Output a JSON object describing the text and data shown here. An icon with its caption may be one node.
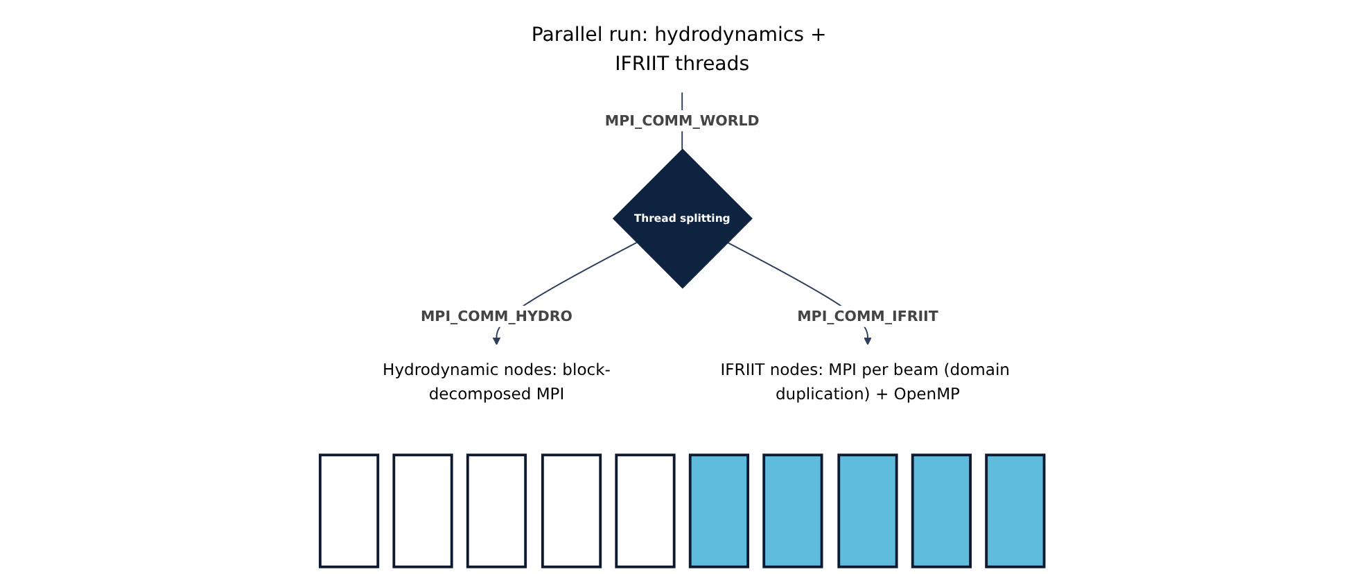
{
  "diagram": {
    "nodes": [
      {
        "text": [
          "Parallel run: hydrodynamics + IFRIIT threads"
        ]
      },
      {
        "text": [
          "Thread splitting"
        ]
      },
      {
        "text": [
          "Hydrodynamic nodes: block-decomposed MPI"
        ]
      },
      {
        "text": [
          "IFRIIT nodes: MPI per beam (domain duplication) + OpenMP"
        ]
      },
      {
        "text": [],
        "shape": "box"
      },
      {
        "text": [],
        "shape": "box"
      },
      {
        "text": [],
        "shape": "box"
      },
      {
        "text": [],
        "shape": "box"
      },
      {
        "text": [],
        "shape": "box"
      },
      {
        "text": [],
        "shape": "box"
      },
      {
        "text": [],
        "shape": "box"
      },
      {
        "text": [],
        "shape": "box"
      },
      {
        "text": [],
        "shape": "box"
      },
      {
        "text": [],
        "shape": "box"
      }
    ],
    "edges": [
      {
        "from": 0,
        "to": 1,
        "arrow": "none",
        "label": "MPI_COMM_WORLD"
      },
      {
        "from": 1,
        "to": 2,
        "arrow": "to",
        "label": "MPI_COMM_HYDRO"
      },
      {
        "from": 1,
        "to": 3,
        "arrow": "to",
        "label": "MPI_COMM_IFRIIT"
      }
    ]
  }
}
